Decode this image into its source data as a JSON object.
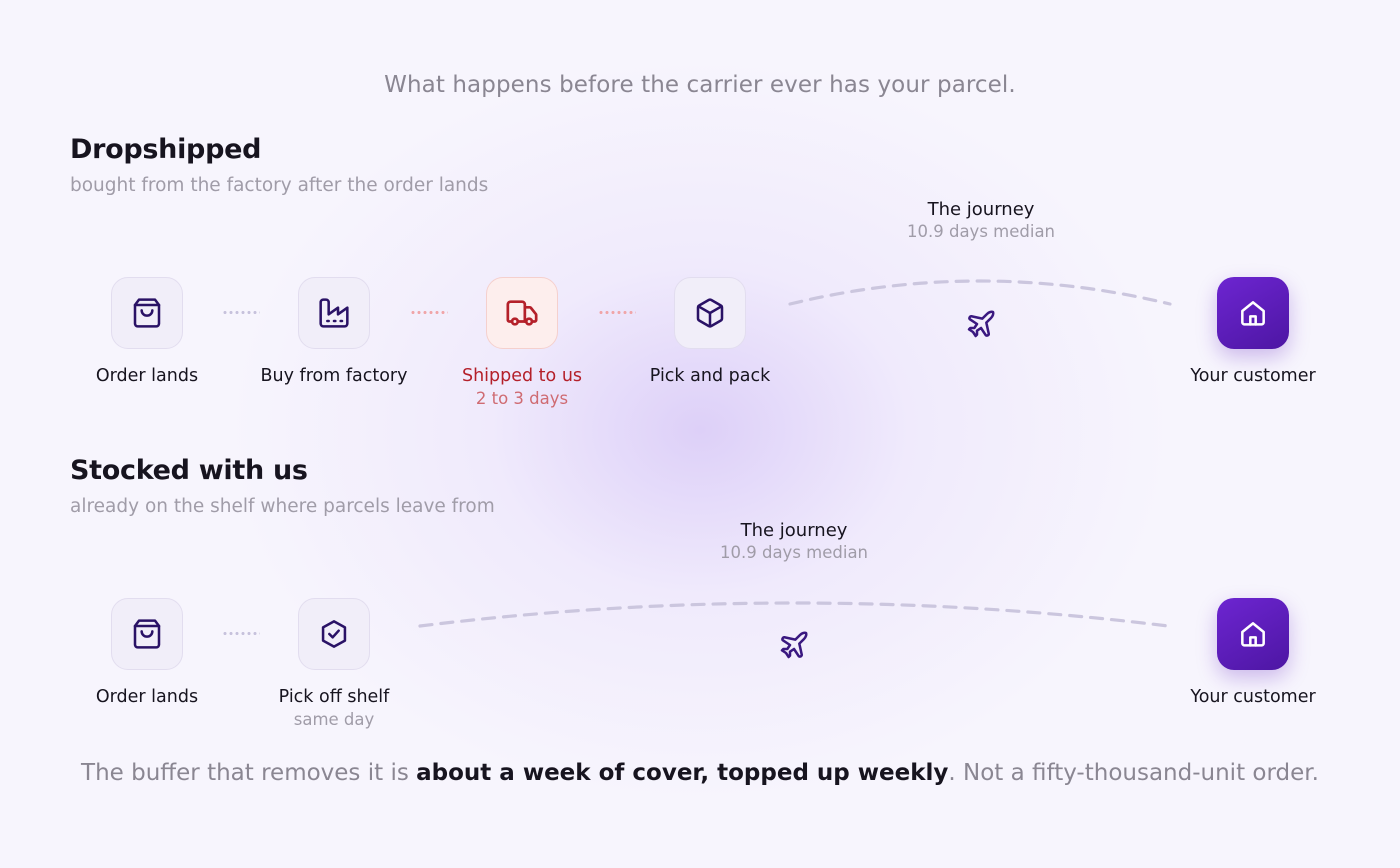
{
  "headline": "What happens before the carrier ever has your parcel.",
  "dropshipped": {
    "title": "Dropshipped",
    "subtitle": "bought from the factory after the order lands",
    "steps": [
      {
        "label": "Order lands",
        "sub": "",
        "icon": "shopping-bag-icon"
      },
      {
        "label": "Buy from factory",
        "sub": "",
        "icon": "factory-icon"
      },
      {
        "label": "Shipped to us",
        "sub": "2 to 3 days",
        "icon": "truck-icon",
        "highlight": "#b4202a"
      },
      {
        "label": "Pick and pack",
        "sub": "",
        "icon": "box-icon"
      }
    ],
    "journey": {
      "title": "The journey",
      "sub": "10.9 days median",
      "icon": "airplane-icon"
    },
    "destination": {
      "label": "Your customer",
      "icon": "home-icon"
    }
  },
  "stocked": {
    "title": "Stocked with us",
    "subtitle": "already on the shelf where parcels leave from",
    "steps": [
      {
        "label": "Order lands",
        "sub": "",
        "icon": "shopping-bag-icon"
      },
      {
        "label": "Pick off shelf",
        "sub": "same day",
        "icon": "shield-check-icon"
      }
    ],
    "journey": {
      "title": "The journey",
      "sub": "10.9 days median",
      "icon": "airplane-icon"
    },
    "destination": {
      "label": "Your customer",
      "icon": "home-icon"
    }
  },
  "footer": {
    "lead": "The buffer that removes it is ",
    "emphasis": "about a week of cover, topped up weekly",
    "tail": ". Not a fifty-thousand-unit order."
  },
  "colors": {
    "accent": "#5b1cb8",
    "alert": "#b4202a",
    "muted": "#8a8692"
  }
}
